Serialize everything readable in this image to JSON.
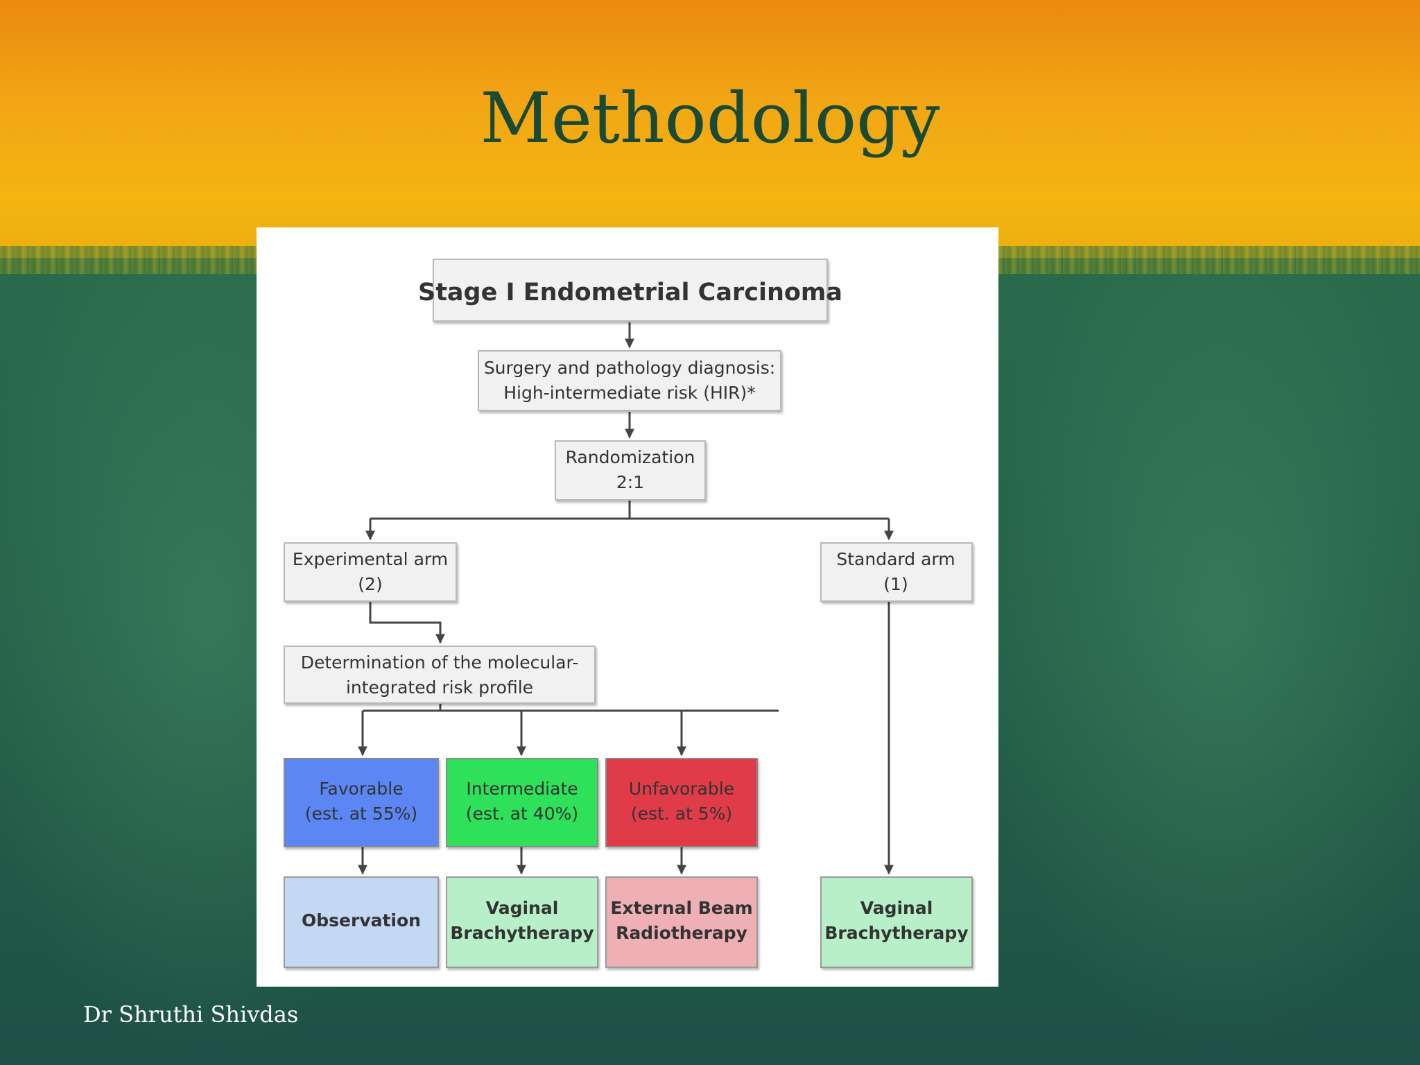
{
  "slide": {
    "title": "Methodology",
    "footer": "Dr Shruthi Shivdas"
  },
  "diagram": {
    "stage": "Stage I Endometrial Carcinoma",
    "surgery": [
      "Surgery and pathology diagnosis:",
      "High-intermediate risk (HIR)*"
    ],
    "randomization": [
      "Randomization",
      "2:1"
    ],
    "experimental_arm": [
      "Experimental arm",
      "(2)"
    ],
    "standard_arm": [
      "Standard arm",
      "(1)"
    ],
    "determination": [
      "Determination of the molecular-",
      "integrated risk profile"
    ],
    "favorable": [
      "Favorable",
      "(est. at 55%)"
    ],
    "intermediate": [
      "Intermediate",
      "(est. at 40%)"
    ],
    "unfavorable": [
      "Unfavorable",
      "(est. at 5%)"
    ],
    "observation": [
      "Observation"
    ],
    "vaginal_brachy_exp": [
      "Vaginal",
      "Brachytherapy"
    ],
    "external_beam": [
      "External Beam",
      "Radiotherapy"
    ],
    "vaginal_brachy_std": [
      "Vaginal",
      "Brachytherapy"
    ]
  },
  "colors": {
    "favorable": "#5b86f4",
    "intermediate": "#2ee05a",
    "unfavorable": "#e03a48",
    "observation": "#c3d9f3",
    "vaginal": "#b6efc8",
    "external": "#eeb0b4",
    "neutral": "#f1f1f1"
  }
}
